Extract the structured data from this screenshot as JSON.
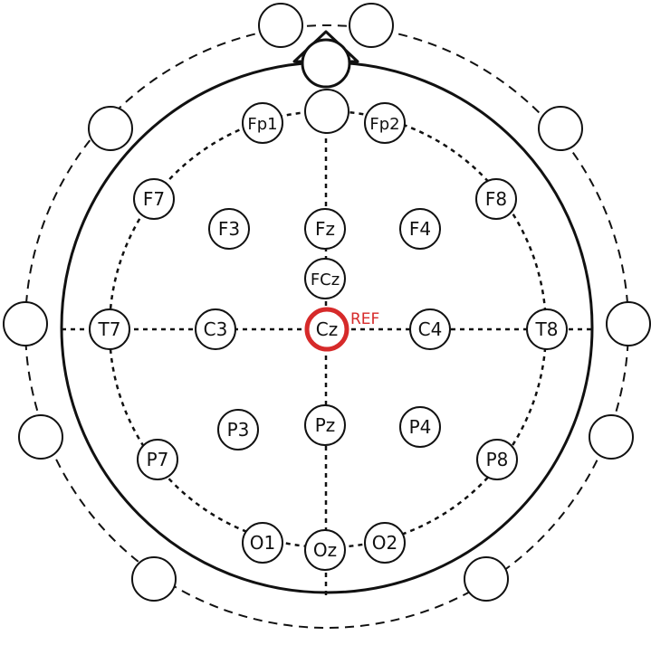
{
  "electrodes": [
    {
      "label": "Fp1"
    },
    {
      "label": "Fp2"
    },
    {
      "label": "F7"
    },
    {
      "label": "F8"
    },
    {
      "label": "F3"
    },
    {
      "label": "Fz"
    },
    {
      "label": "F4"
    },
    {
      "label": "FCz"
    },
    {
      "label": "T7"
    },
    {
      "label": "C3"
    },
    {
      "label": "Cz"
    },
    {
      "label": "C4"
    },
    {
      "label": "T8"
    },
    {
      "label": "P3"
    },
    {
      "label": "Pz"
    },
    {
      "label": "P4"
    },
    {
      "label": "P7"
    },
    {
      "label": "P8"
    },
    {
      "label": "O1"
    },
    {
      "label": "Oz"
    },
    {
      "label": "O2"
    }
  ],
  "reference": {
    "electrode": "Cz",
    "label": "REF",
    "color": "#d62a2a"
  }
}
